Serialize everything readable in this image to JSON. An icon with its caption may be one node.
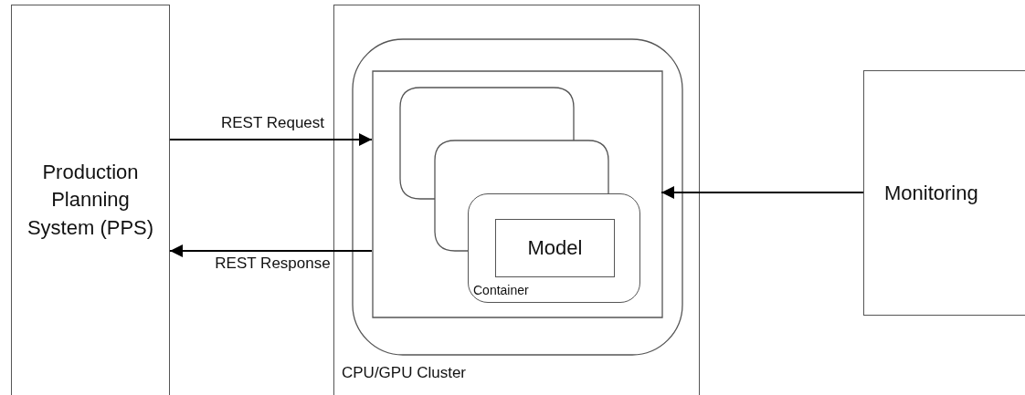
{
  "diagram": {
    "nodes": [
      {
        "text": [
          "Production Planning System (PPS)"
        ]
      },
      {
        "text": [
          "CPU/GPU Cluster"
        ]
      },
      {
        "text": [],
        "shape": "box",
        "in": 1
      },
      {
        "text": [],
        "shape": "box",
        "in": 2
      },
      {
        "text": [],
        "shape": "box",
        "in": 3
      },
      {
        "text": [],
        "shape": "box",
        "in": 3
      },
      {
        "text": [
          "Container"
        ],
        "in": 3
      },
      {
        "text": [
          "Model"
        ],
        "in": 6
      },
      {
        "text": [
          "Monitoring"
        ]
      }
    ],
    "edges": [
      {
        "from": 0,
        "to": 3,
        "arrow": "to",
        "label": "REST Request"
      },
      {
        "from": 3,
        "to": 0,
        "arrow": "to",
        "label": "REST Response"
      },
      {
        "from": 8,
        "to": 3,
        "arrow": "to"
      }
    ]
  }
}
